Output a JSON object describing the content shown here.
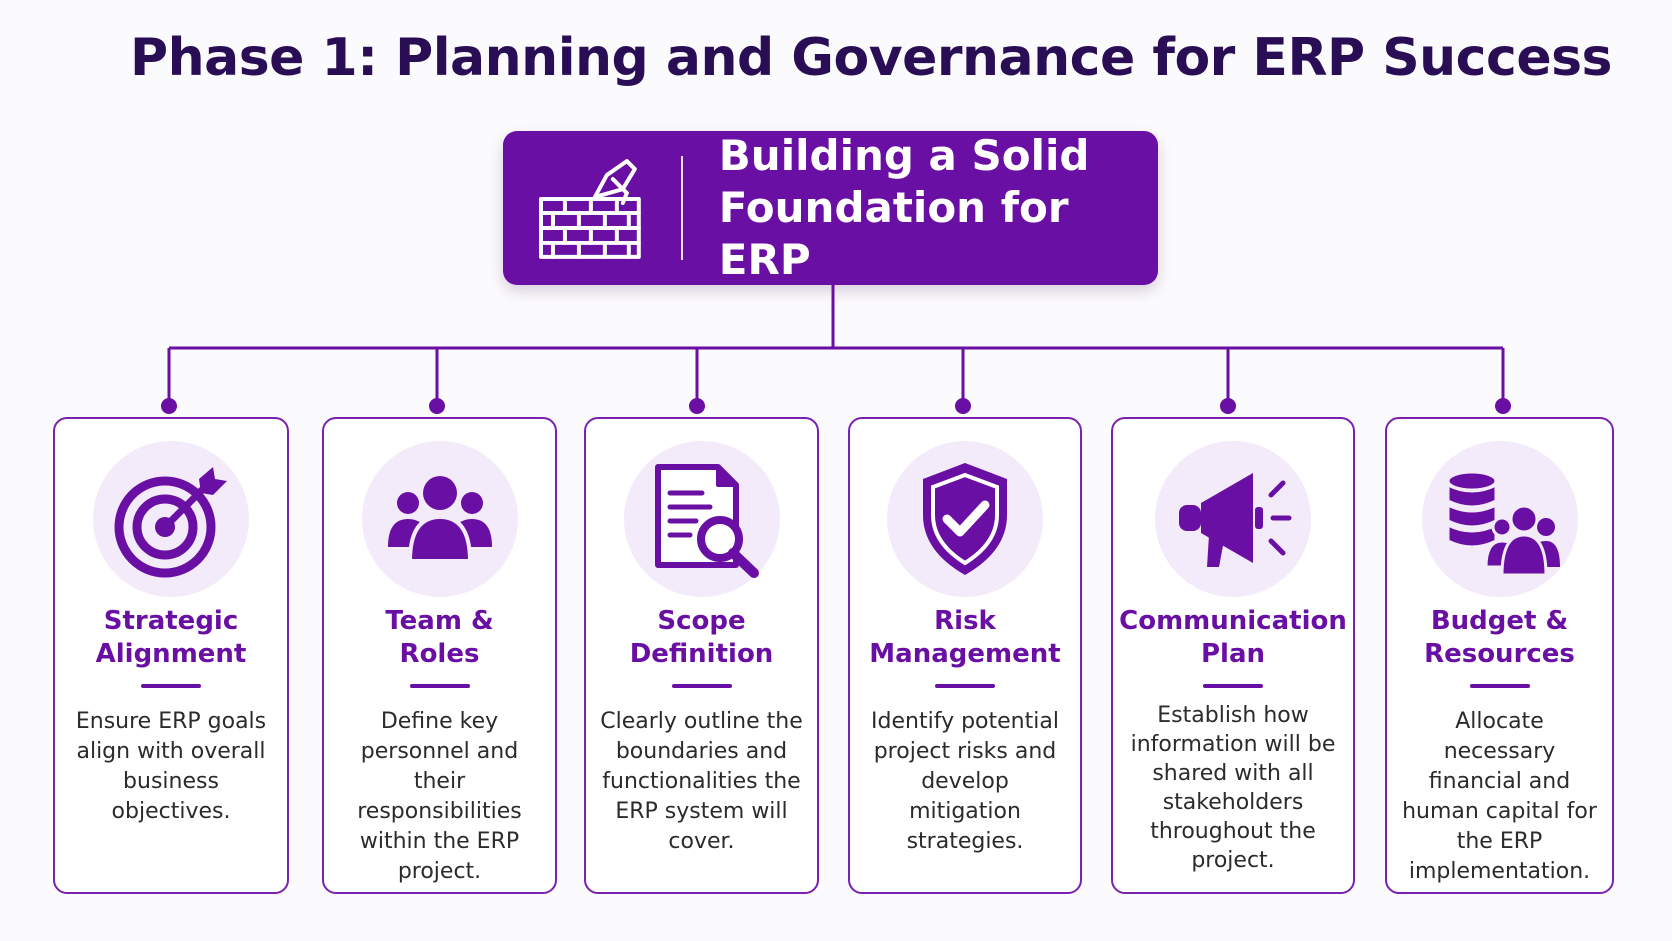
{
  "title": "Phase 1: Planning and Governance for ERP Success",
  "hero": {
    "title": "Building a Solid\nFoundation for ERP",
    "icon": "brick-wall-trowel-icon"
  },
  "colors": {
    "primary": "#6a0fa3",
    "title_text": "#2a0e55",
    "icon_bg": "#f3ebfa",
    "body_text": "#2b2b2b"
  },
  "cards": [
    {
      "title": "Strategic\nAlignment",
      "description": "Ensure ERP goals\nalign with overall\nbusiness objectives.",
      "icon": "target-arrow-icon"
    },
    {
      "title": "Team &\nRoles",
      "description": "Define key\npersonnel and their\nresponsibilities\nwithin the ERP\nproject.",
      "icon": "team-group-icon"
    },
    {
      "title": "Scope\nDefinition",
      "description": "Clearly outline the\nboundaries and\nfunctionalities the\nERP system will\ncover.",
      "icon": "document-magnifier-icon"
    },
    {
      "title": "Risk\nManagement",
      "description": "Identify potential\nproject risks and\ndevelop mitigation\nstrategies.",
      "icon": "shield-check-icon"
    },
    {
      "title": "Communication\nPlan",
      "description": "Establish how\ninformation will be\nshared with all\nstakeholders\nthroughout the\nproject.",
      "icon": "megaphone-icon"
    },
    {
      "title": "Budget &\nResources",
      "description": "Allocate necessary\nfinancial and\nhuman capital for\nthe ERP\nimplementation.",
      "icon": "database-people-icon"
    }
  ]
}
